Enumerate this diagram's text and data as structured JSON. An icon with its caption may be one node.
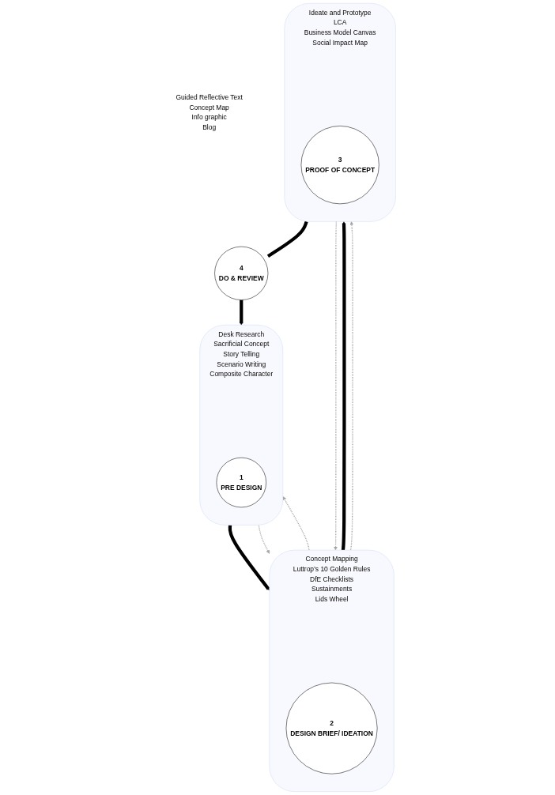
{
  "diagram": {
    "nodes": [
      {
        "text": [
          "Desk Research",
          "Sacrificial Concept",
          "Story Telling",
          "Scenario Writing",
          "Composite Character"
        ]
      },
      {
        "text": [
          "1",
          "PRE DESIGN"
        ],
        "in": 0
      },
      {
        "text": [
          "Concept Mapping",
          "Luttrop’s 10 Golden Rules",
          "DfE Checklists",
          "Sustainments",
          "Lids Wheel"
        ]
      },
      {
        "text": [
          "2",
          "DESIGN BRIEF/ IDEATION"
        ],
        "in": 2
      },
      {
        "text": [
          "Ideate and Prototype",
          "LCA",
          "Business Model Canvas",
          "Social Impact Map"
        ]
      },
      {
        "text": [
          "3",
          "PROOF OF CONCEPT"
        ],
        "in": 4
      },
      {
        "text": [
          "4",
          "DO & REVIEW"
        ],
        "beside": [
          "Guided Reflective Text",
          "Concept Map",
          "Info graphic",
          "Blog"
        ]
      }
    ],
    "edges": [
      {
        "from": 0,
        "to": 2,
        "arrow": "to",
        "style": "thick"
      },
      {
        "from": 2,
        "to": 4,
        "arrow": "to",
        "style": "thick"
      },
      {
        "from": 4,
        "to": 6,
        "arrow": "none",
        "style": "thick"
      },
      {
        "from": 6,
        "to": 0,
        "arrow": "to",
        "style": "thick"
      },
      {
        "from": 0,
        "to": 2,
        "arrow": "to",
        "style": "dashed",
        "color": "#a6a6a6"
      },
      {
        "from": 2,
        "to": 0,
        "arrow": "to",
        "style": "dashed",
        "color": "#a6a6a6"
      },
      {
        "from": 2,
        "to": 4,
        "arrow": "to",
        "style": "dashed",
        "color": "#a6a6a6"
      },
      {
        "from": 4,
        "to": 2,
        "arrow": "to",
        "style": "dashed",
        "color": "#a6a6a6"
      }
    ]
  }
}
